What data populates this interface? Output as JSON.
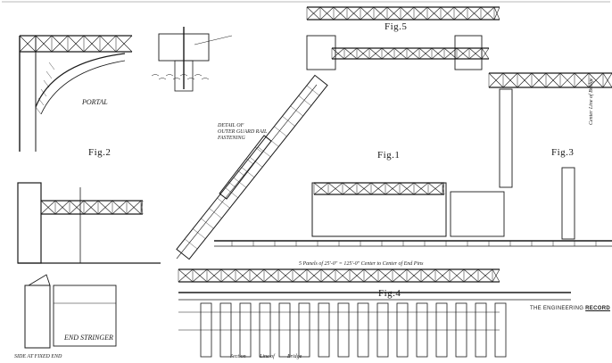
{
  "figures": {
    "fig1": "Fig.1",
    "fig2": "Fig.2",
    "fig3": "Fig.3",
    "fig4": "Fig.4",
    "fig5": "Fig.5"
  },
  "labels": {
    "portal": "PORTAL",
    "end_stringer": "END STRINGER",
    "guard_rail_detail": "DETAIL OF\nOUTER GUARD RAIL FASTENING",
    "panels_note": "5 Panels of 25'-0\" = 125'-0\" Center to Center of End Pins",
    "side_at_fixed_end": "SIDE AT FIXED END",
    "center_line_of_bridge": "Center Line of Bridge",
    "bottom_notes": [
      "Section",
      "Line of",
      "Bridge"
    ]
  },
  "credit": {
    "prefix": "THE ENGINEERING",
    "name": "RECORD"
  },
  "colors": {
    "ink": "#1a1a1a",
    "paper": "#ffffff"
  }
}
